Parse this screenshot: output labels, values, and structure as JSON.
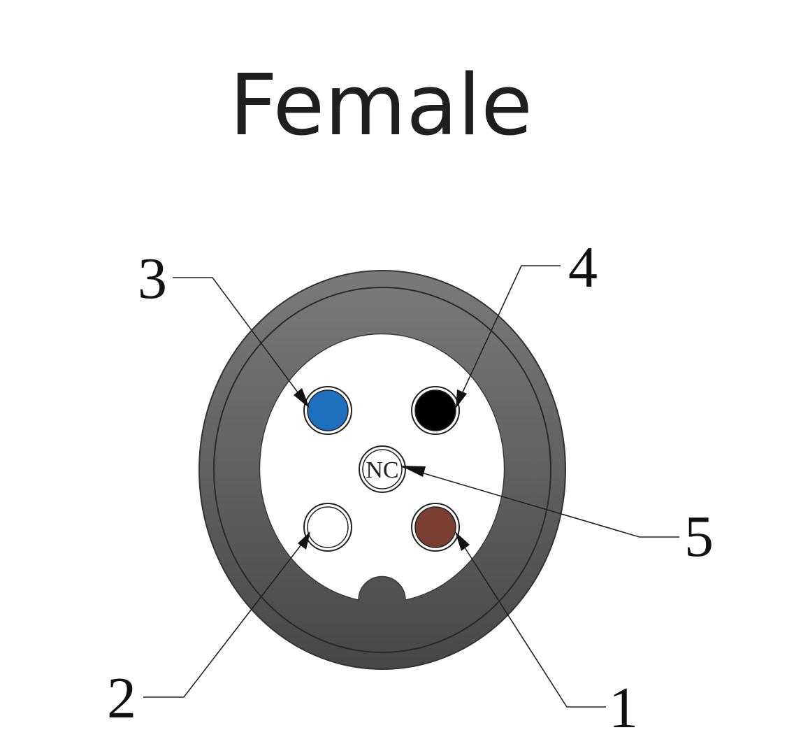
{
  "title": "Female",
  "pins": [
    {
      "number": "1",
      "color": "#7a3e32"
    },
    {
      "number": "2",
      "color": "#ffffff"
    },
    {
      "number": "3",
      "color": "#1f6fbf"
    },
    {
      "number": "4",
      "color": "#000000"
    },
    {
      "number": "5",
      "label": "NC"
    }
  ],
  "colors": {
    "connector_body": "#555555",
    "face": "#ffffff",
    "line": "#222222"
  }
}
